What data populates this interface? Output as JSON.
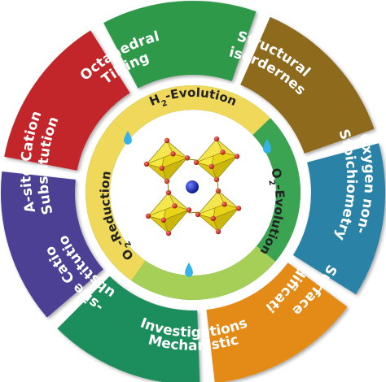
{
  "outer_segments": [
    {
      "id": "octahedral-tilting",
      "lines": [
        "Octahedral",
        "Tilting"
      ],
      "color": "#2f9a49"
    },
    {
      "id": "structural-disorderness",
      "lines": [
        "Structural",
        "Disorderness"
      ],
      "color": "#8e6a1a"
    },
    {
      "id": "oxygen-non-stoichiometry",
      "lines": [
        "Oxygen non-",
        "Stoichiometry"
      ],
      "color": "#2a83a6"
    },
    {
      "id": "surface-modifications",
      "lines": [
        "Surface",
        "Modifications"
      ],
      "color": "#e48a14"
    },
    {
      "id": "mechanistic-investigations",
      "lines": [
        "Mechanistic",
        "Investigations"
      ],
      "color": "#1d8d5b"
    },
    {
      "id": "b-site-cation-substitution",
      "lines": [
        "B-site Cation",
        "Substitution"
      ],
      "color": "#4b3f93"
    },
    {
      "id": "a-site-cation-substitution",
      "lines": [
        "A-site Cation",
        "Substitution"
      ],
      "color": "#c22629"
    }
  ],
  "inner_ring": {
    "labels": {
      "h2_evolution": {
        "prefix": "H",
        "sub": "2",
        "suffix": "-Evolution"
      },
      "o2_evolution": {
        "prefix": "O",
        "sub": "2",
        "suffix": "-Evolution"
      },
      "o2_reduction": {
        "prefix": "O",
        "sub": "2",
        "suffix": "-Reduction"
      }
    },
    "colors": {
      "yellow": "#efd85a",
      "light_green": "#a6cf58",
      "green": "#3aa452",
      "gray": "#dadada"
    }
  },
  "crystal": {
    "octahedron_color": "#f2e21d",
    "oxygen_color": "#c4251a",
    "center_atom_color": "#1d2db8"
  }
}
